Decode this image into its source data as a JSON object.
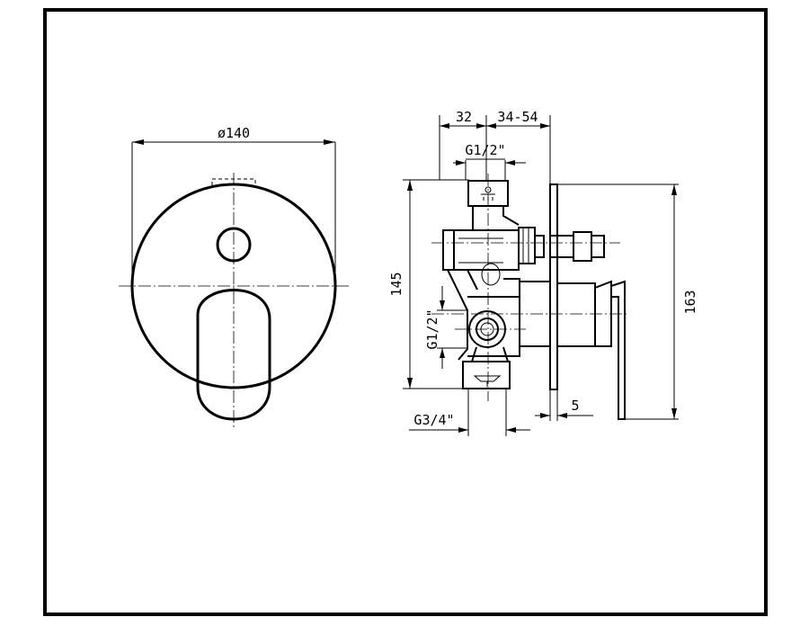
{
  "dimensions": {
    "front_diameter": "ø140",
    "side_depth_body": "32",
    "side_depth_range": "34-54",
    "top_inlet": "G1/2\"",
    "height_body": "145",
    "side_inlet": "G1/2\"",
    "height_total": "163",
    "bottom_outlet": "G3/4\"",
    "plate_thickness": "5"
  }
}
